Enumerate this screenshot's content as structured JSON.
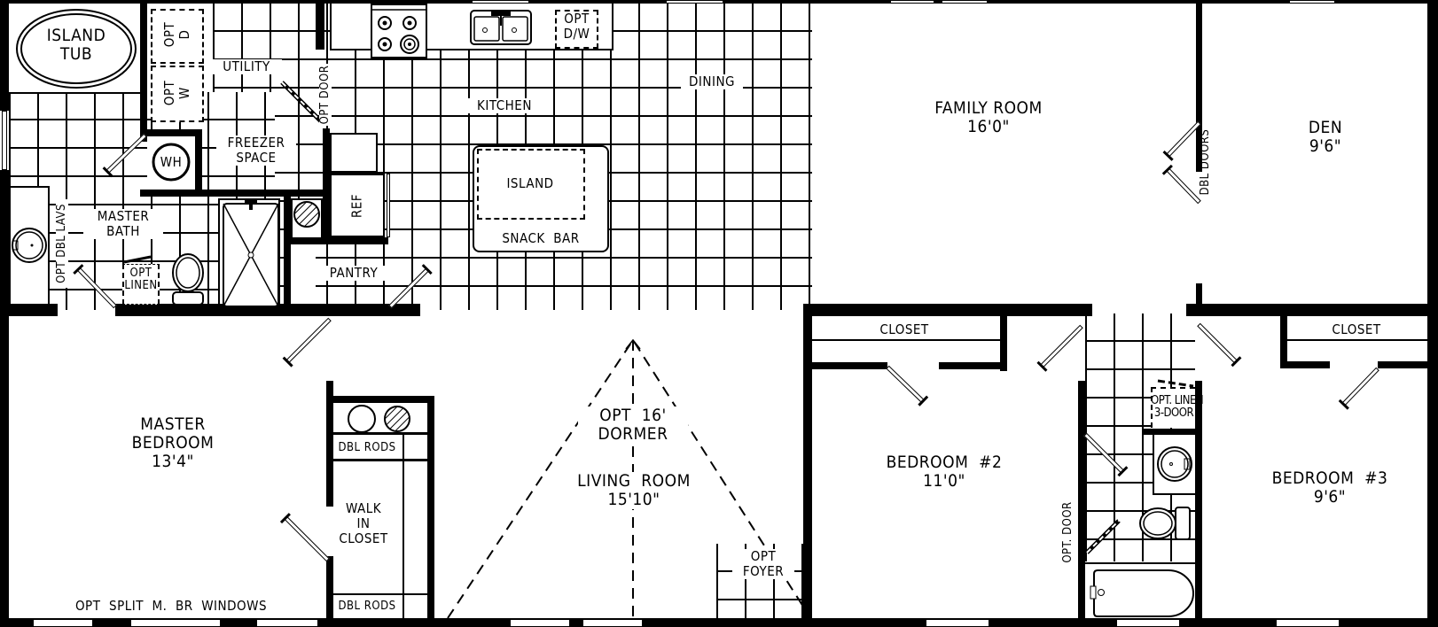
{
  "plan": {
    "rooms": {
      "island_tub": "ISLAND\nTUB",
      "opt_dryer": "OPT\nD",
      "opt_washer": "OPT\nW",
      "utility": "UTILITY",
      "opt_door_utility": "OPT DOOR",
      "water_heater": "WH",
      "freezer_space": "FREEZER\nSPACE",
      "opt_dbl_lavs": "OPT DBL LAVS",
      "master_bath": "MASTER\nBATH",
      "opt_linen": "OPT\nLINEN",
      "refrigerator": "REF",
      "pantry": "PANTRY",
      "kitchen": "KITCHEN",
      "dining": "DINING",
      "opt_dishwasher": "OPT\nD/W",
      "island": "ISLAND",
      "snack_bar": "SNACK  BAR",
      "family_room": "FAMILY ROOM\n16'0\"",
      "dbl_doors": "DBL DOORS",
      "den": "DEN\n9'6\"",
      "master_bedroom": "MASTER\nBEDROOM\n13'4\"",
      "dbl_rods_top": "DBL RODS",
      "walk_in_closet": "WALK\nIN\nCLOSET",
      "dbl_rods_bottom": "DBL RODS",
      "opt_split_windows": "OPT  SPLIT  M.  BR  WINDOWS",
      "opt_dormer": "OPT  16'\nDORMER",
      "living_room": "LIVING  ROOM\n15'10\"",
      "opt_foyer": "OPT\nFOYER",
      "closet_br2": "CLOSET",
      "bedroom2": "BEDROOM  #2\n11'0\"",
      "opt_linen_3door": "OPT. LINEN\n3-DOOR",
      "opt_door_bath": "OPT. DOOR",
      "closet_br3": "CLOSET",
      "bedroom3": "BEDROOM  #3\n9'6\""
    },
    "icons": [
      "oval-tub-icon",
      "water-heater-icon",
      "range-icon",
      "double-sink-icon",
      "refrigerator-icon",
      "shower-icon",
      "toilet-icon",
      "lavatory-sink-icon",
      "bathtub-icon",
      "door-swing-icon",
      "window-icon"
    ],
    "colors": {
      "ink": "#000000",
      "paper": "#ffffff"
    }
  }
}
